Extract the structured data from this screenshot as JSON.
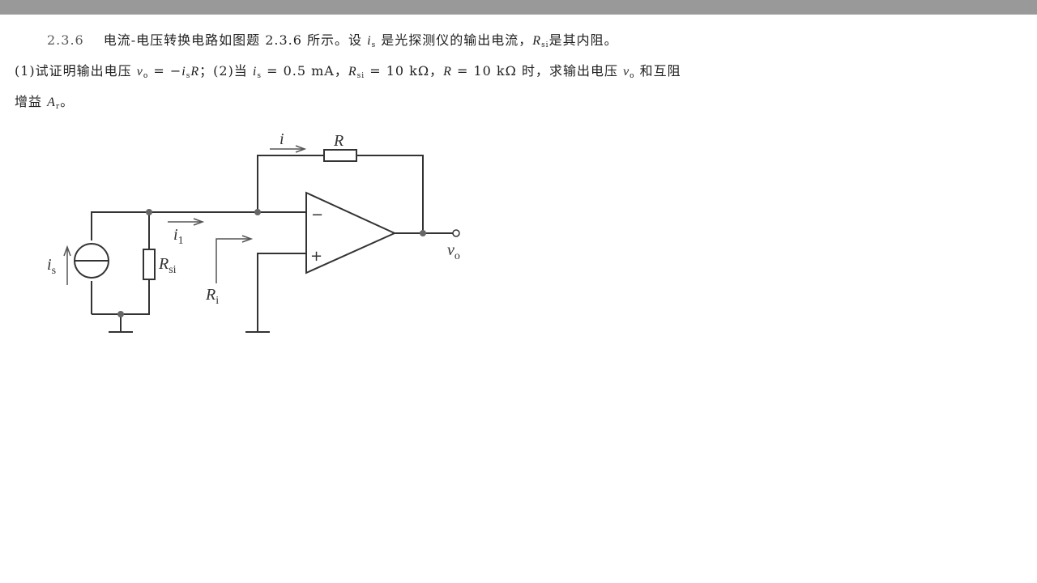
{
  "problem": {
    "number": "2.3.6",
    "line1": {
      "text_a": "电流-电压转换电路如图题 2.3.6 所示。设 ",
      "var_is": "i",
      "var_is_sub": "s",
      "text_b": " 是光探测仪的输出电流，",
      "var_rsi": "R",
      "var_rsi_sub": "si",
      "text_c": "是其内阻。"
    },
    "line2": {
      "text_a": "(1)试证明输出电压 ",
      "expr1_v": "v",
      "expr1_v_sub": "o",
      "expr1_eq": " = −",
      "expr1_i": "i",
      "expr1_i_sub": "s",
      "expr1_r": "R",
      "text_b": "；(2)当 ",
      "cond_i": "i",
      "cond_i_sub": "s",
      "cond_i_val": " = 0.5 mA，",
      "cond_r": "R",
      "cond_r_sub": "si",
      "cond_r_val": " = 10 kΩ，",
      "cond_R": "R",
      "cond_R_val": " = 10 kΩ 时，求输出电压 ",
      "out_v": "v",
      "out_v_sub": "o",
      "text_c": " 和互阻"
    },
    "line3": {
      "text_a": "增益 ",
      "gain": "A",
      "gain_sub": "r",
      "text_b": "。"
    }
  },
  "diagram": {
    "labels": {
      "current_i": "i",
      "feedback_resistor": "R",
      "current_i1": "i",
      "current_i1_sub": "1",
      "source_current": "i",
      "source_current_sub": "s",
      "internal_resistor": "R",
      "internal_resistor_sub": "si",
      "input_resistance": "R",
      "input_resistance_sub": "i",
      "output_voltage": "v",
      "output_voltage_sub": "o",
      "inverting_input": "−",
      "noninverting_input": "+"
    }
  },
  "colors": {
    "top_bar": "#999999",
    "wire": "#333333",
    "node": "#666666",
    "background": "#ffffff"
  }
}
